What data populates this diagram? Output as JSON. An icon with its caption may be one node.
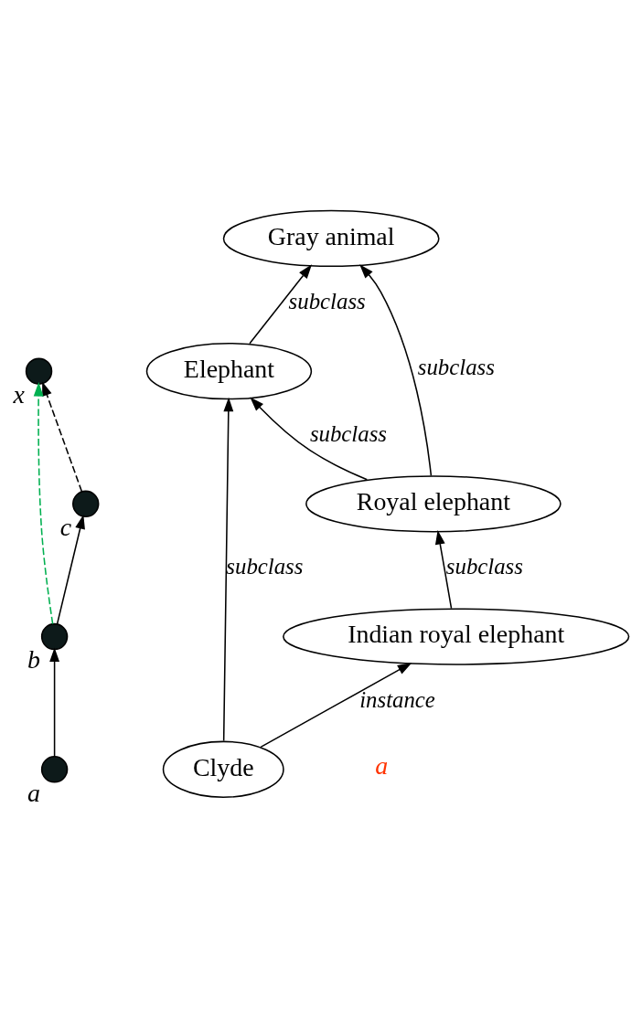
{
  "diagram": {
    "nodes": [
      {
        "text": [],
        "shape": "circle",
        "beside": [
          "x"
        ]
      },
      {
        "text": [],
        "shape": "circle",
        "beside": [
          "c"
        ]
      },
      {
        "text": [],
        "shape": "circle",
        "beside": [
          "b"
        ]
      },
      {
        "text": [],
        "shape": "circle",
        "beside": [
          "a"
        ]
      },
      {
        "text": [
          "Gray animal"
        ]
      },
      {
        "text": [
          "Elephant"
        ]
      },
      {
        "text": [
          "Royal elephant"
        ]
      },
      {
        "text": [
          "Indian royal elephant"
        ]
      },
      {
        "text": [
          "Clyde"
        ]
      }
    ],
    "edges": [
      {
        "from": 3,
        "to": 2,
        "arrow": "to"
      },
      {
        "from": 2,
        "to": 1,
        "arrow": "to"
      },
      {
        "from": 1,
        "to": 0,
        "arrow": "to",
        "style": "dashed"
      },
      {
        "from": 2,
        "to": 0,
        "arrow": "to",
        "style": "dashed",
        "color": "#00b050"
      },
      {
        "from": 5,
        "to": 4,
        "arrow": "to",
        "label": "subclass"
      },
      {
        "from": 6,
        "to": 5,
        "arrow": "to",
        "label": "subclass"
      },
      {
        "from": 7,
        "to": 6,
        "arrow": "to",
        "label": "subclass"
      },
      {
        "from": 8,
        "to": 7,
        "arrow": "to",
        "label": "instance"
      },
      {
        "from": 6,
        "to": 4,
        "arrow": "to",
        "label": "subclass"
      },
      {
        "from": 8,
        "to": 5,
        "arrow": "to",
        "label": "subclass"
      }
    ],
    "labels": [
      "a"
    ]
  }
}
